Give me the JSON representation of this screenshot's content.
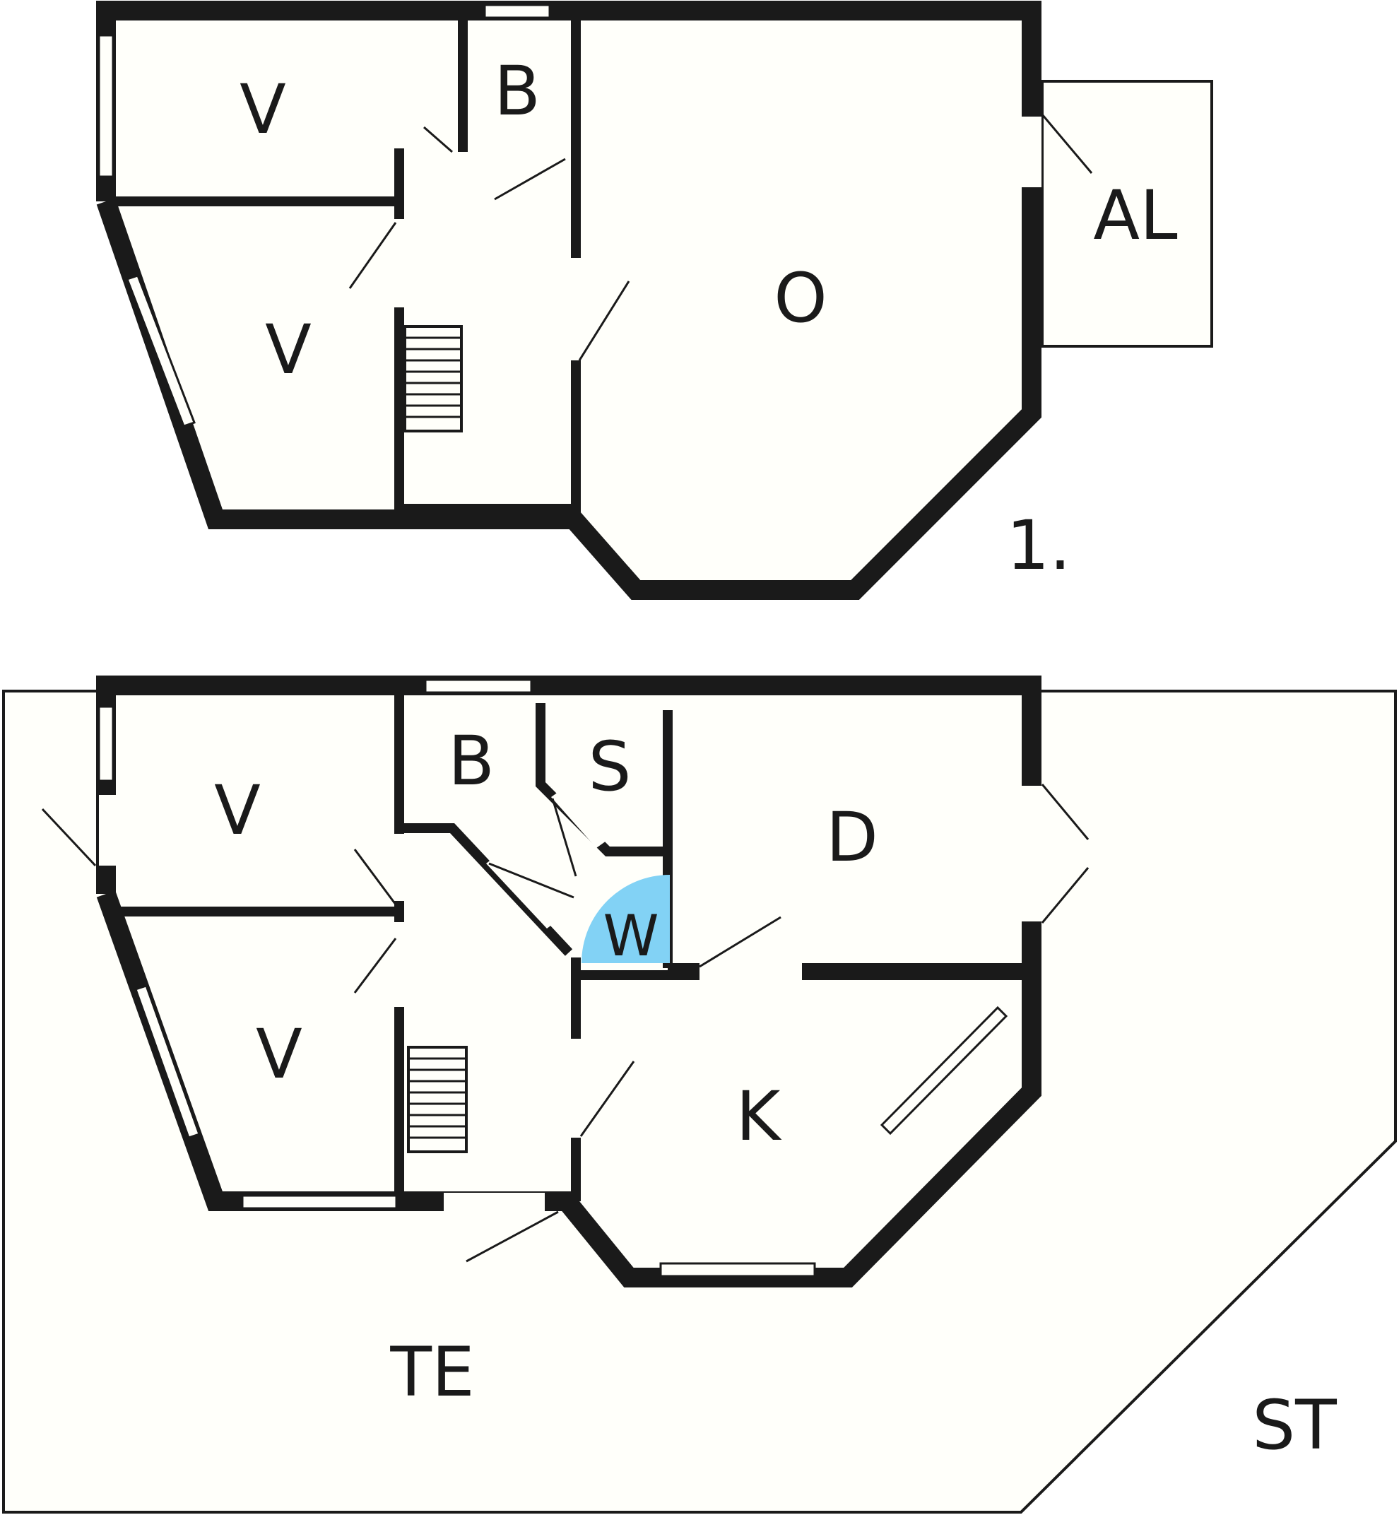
{
  "floor_upper": {
    "label": "1.",
    "rooms": {
      "bedroom_top": "V",
      "bathroom": "B",
      "bedroom_lower": "V",
      "living": "O",
      "balcony": "AL"
    }
  },
  "floor_ground": {
    "rooms": {
      "bedroom_top": "V",
      "bathroom": "B",
      "sauna": "S",
      "wc": "W",
      "dressing": "D",
      "bedroom_lower": "V",
      "kitchen": "K",
      "terrace": "TE",
      "patio": "ST"
    }
  },
  "colors": {
    "wall": "#1a1a1a",
    "floor": "#fffffa",
    "wc_highlight": "#82d2f5"
  }
}
